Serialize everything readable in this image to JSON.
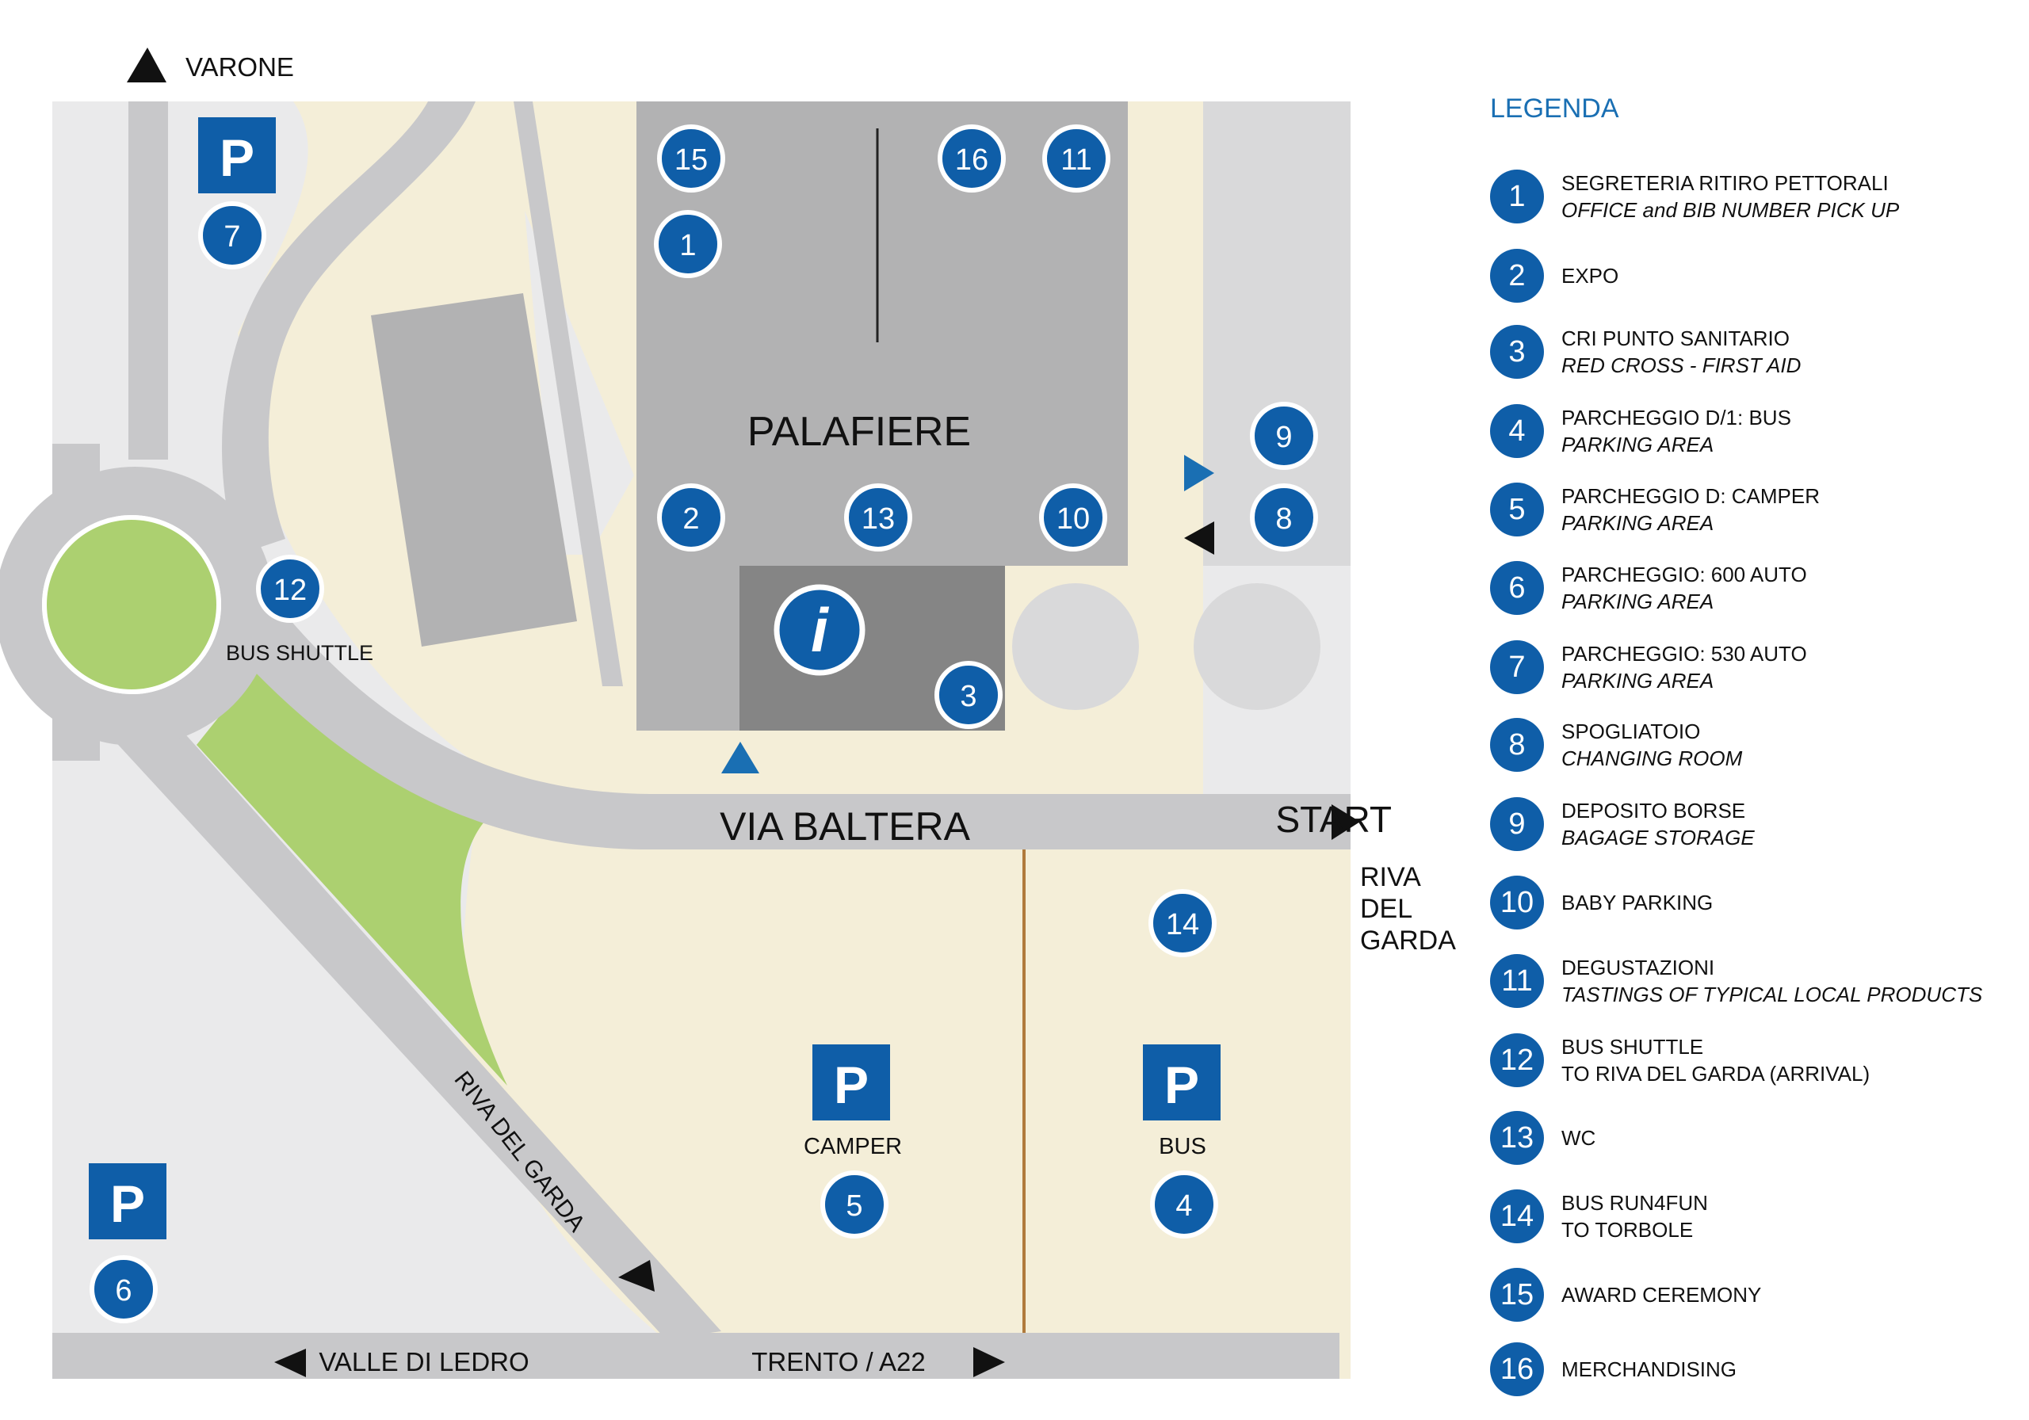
{
  "map": {
    "directions": {
      "varone": "VARONE",
      "riva_del_garda": [
        "RIVA",
        "DEL",
        "GARDA"
      ],
      "start": "START",
      "valle_di_ledro": "VALLE DI LEDRO",
      "trento_a22": "TRENTO / A22",
      "riva_road": "RIVA DEL GARDA"
    },
    "labels": {
      "palafiere": "PALAFIERE",
      "via_baltera": "VIA BALTERA",
      "bus_shuttle": "BUS SHUTTLE",
      "camper": "CAMPER",
      "bus": "BUS"
    },
    "parking_symbol": "P",
    "info_symbol": "i",
    "markers": [
      "1",
      "2",
      "3",
      "4",
      "5",
      "6",
      "7",
      "8",
      "9",
      "10",
      "11",
      "12",
      "13",
      "14",
      "15",
      "16"
    ]
  },
  "legend": {
    "title": "LEGENDA",
    "items": [
      {
        "num": "1",
        "main": "SEGRETERIA RITIRO PETTORALI",
        "sub": "OFFICE and BIB NUMBER PICK UP"
      },
      {
        "num": "2",
        "main": "EXPO",
        "sub": ""
      },
      {
        "num": "3",
        "main": "CRI PUNTO SANITARIO",
        "sub": "RED CROSS - FIRST AID"
      },
      {
        "num": "4",
        "main": "PARCHEGGIO D/1: BUS",
        "sub": "PARKING AREA"
      },
      {
        "num": "5",
        "main": "PARCHEGGIO D: CAMPER",
        "sub": "PARKING AREA"
      },
      {
        "num": "6",
        "main": "PARCHEGGIO: 600 AUTO",
        "sub": "PARKING AREA"
      },
      {
        "num": "7",
        "main": "PARCHEGGIO: 530 AUTO",
        "sub": "PARKING AREA"
      },
      {
        "num": "8",
        "main": "SPOGLIATOIO",
        "sub": "CHANGING ROOM"
      },
      {
        "num": "9",
        "main": "DEPOSITO BORSE",
        "sub": "BAGAGE STORAGE"
      },
      {
        "num": "10",
        "main": "BABY PARKING",
        "sub": ""
      },
      {
        "num": "11",
        "main": "DEGUSTAZIONI",
        "sub": "TASTINGS OF TYPICAL LOCAL PRODUCTS"
      },
      {
        "num": "12",
        "main": "BUS SHUTTLE",
        "sub2": "TO RIVA DEL GARDA (ARRIVAL)"
      },
      {
        "num": "13",
        "main": "WC",
        "sub": ""
      },
      {
        "num": "14",
        "main": "BUS RUN4FUN",
        "sub2": "TO TORBOLE"
      },
      {
        "num": "15",
        "main": "AWARD CEREMONY",
        "sub": ""
      },
      {
        "num": "16",
        "main": "MERCHANDISING",
        "sub": ""
      }
    ]
  },
  "colors": {
    "marker_blue": "#0f5ea8",
    "title_blue": "#1a6fb3",
    "road_gray": "#c8c8ca",
    "ground_cream": "#f4eed8",
    "area_light": "#eaeaeb",
    "building_gray": "#b2b2b3",
    "info_dark": "#858585",
    "grass_green": "#acd070",
    "divider_brown": "#b07a3c"
  }
}
